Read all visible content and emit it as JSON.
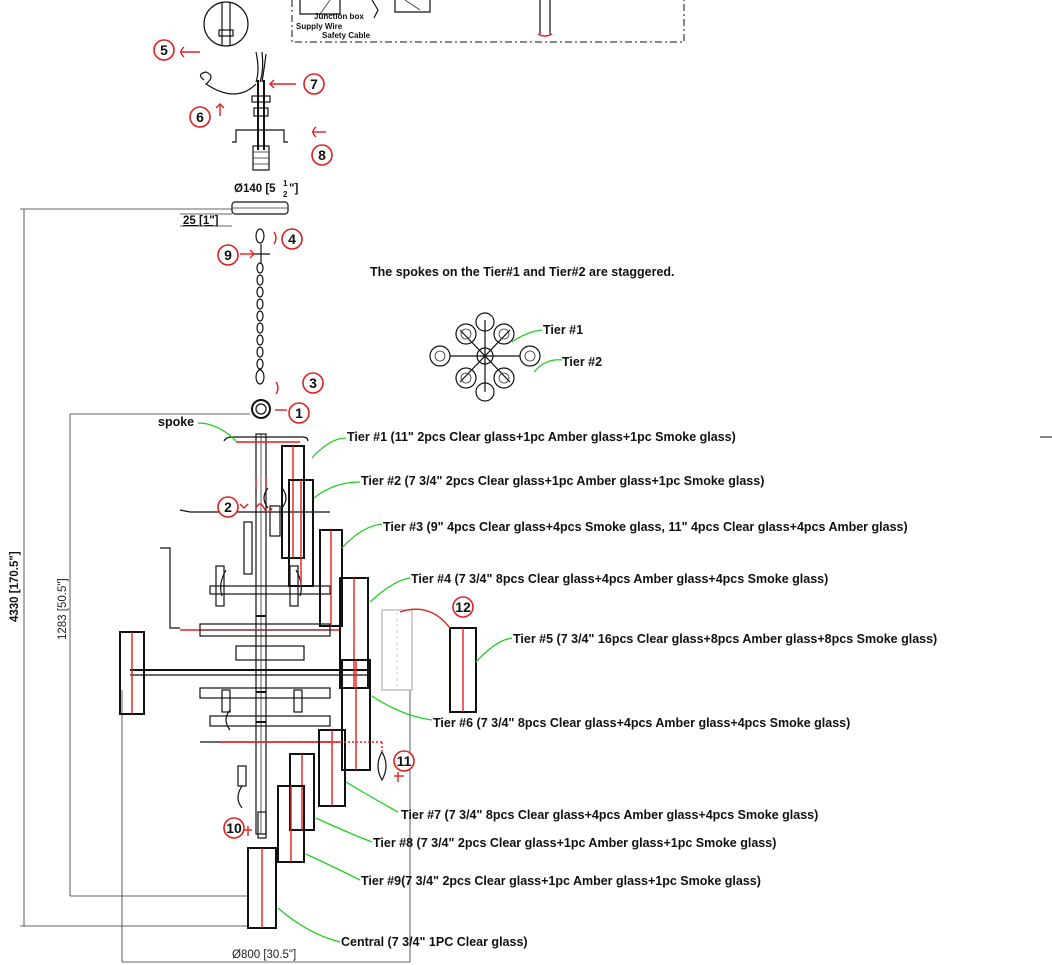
{
  "header_box": {
    "junction_box": "Junction box",
    "supply_wire": "Supply Wire",
    "safety_cable": "Safety Cable"
  },
  "steps": [
    "1",
    "2",
    "3",
    "4",
    "5",
    "6",
    "7",
    "8",
    "9",
    "10",
    "11",
    "12"
  ],
  "dimensions": {
    "canopy_diameter": "Ø140 [5",
    "canopy_frac_num": "1",
    "canopy_frac_den": "2",
    "canopy_frac_close": "\"]",
    "canopy_height": "25 [1\"]",
    "overall_height": "4330 [170.5\"]",
    "body_height": "1283 [50.5\"]",
    "body_width": "Ø800 [30.5\"]"
  },
  "notes": {
    "stagger": "The spokes on the Tier#1 and Tier#2 are staggered.",
    "tier1_short": "Tier #1",
    "tier2_short": "Tier #2",
    "spoke": "spoke"
  },
  "tiers": [
    "Tier #1 (11\"   2pcs Clear glass+1pc Amber glass+1pc Smoke glass)",
    "Tier #2 (7 3/4\"   2pcs Clear glass+1pc Amber glass+1pc Smoke glass)",
    "Tier #3 (9\"   4pcs Clear glass+4pcs Smoke glass, 11\"   4pcs Clear glass+4pcs Amber glass)",
    "Tier #4 (7 3/4\"   8pcs Clear glass+4pcs Amber glass+4pcs Smoke glass)",
    "Tier #5 (7 3/4\"  16pcs Clear glass+8pcs Amber glass+8pcs Smoke glass)",
    "Tier #6 (7 3/4\"   8pcs Clear glass+4pcs Amber glass+4pcs Smoke glass)",
    "Tier #7 (7 3/4\"   8pcs Clear glass+4pcs Amber glass+4pcs Smoke glass)",
    "Tier #8 (7 3/4\"   2pcs Clear glass+1pc Amber glass+1pc Smoke glass)",
    "Tier #9(7 3/4\"   2pcs Clear glass+1pc Amber glass+1pc Smoke glass)",
    "Central (7 3/4\"   1PC Clear glass)"
  ]
}
